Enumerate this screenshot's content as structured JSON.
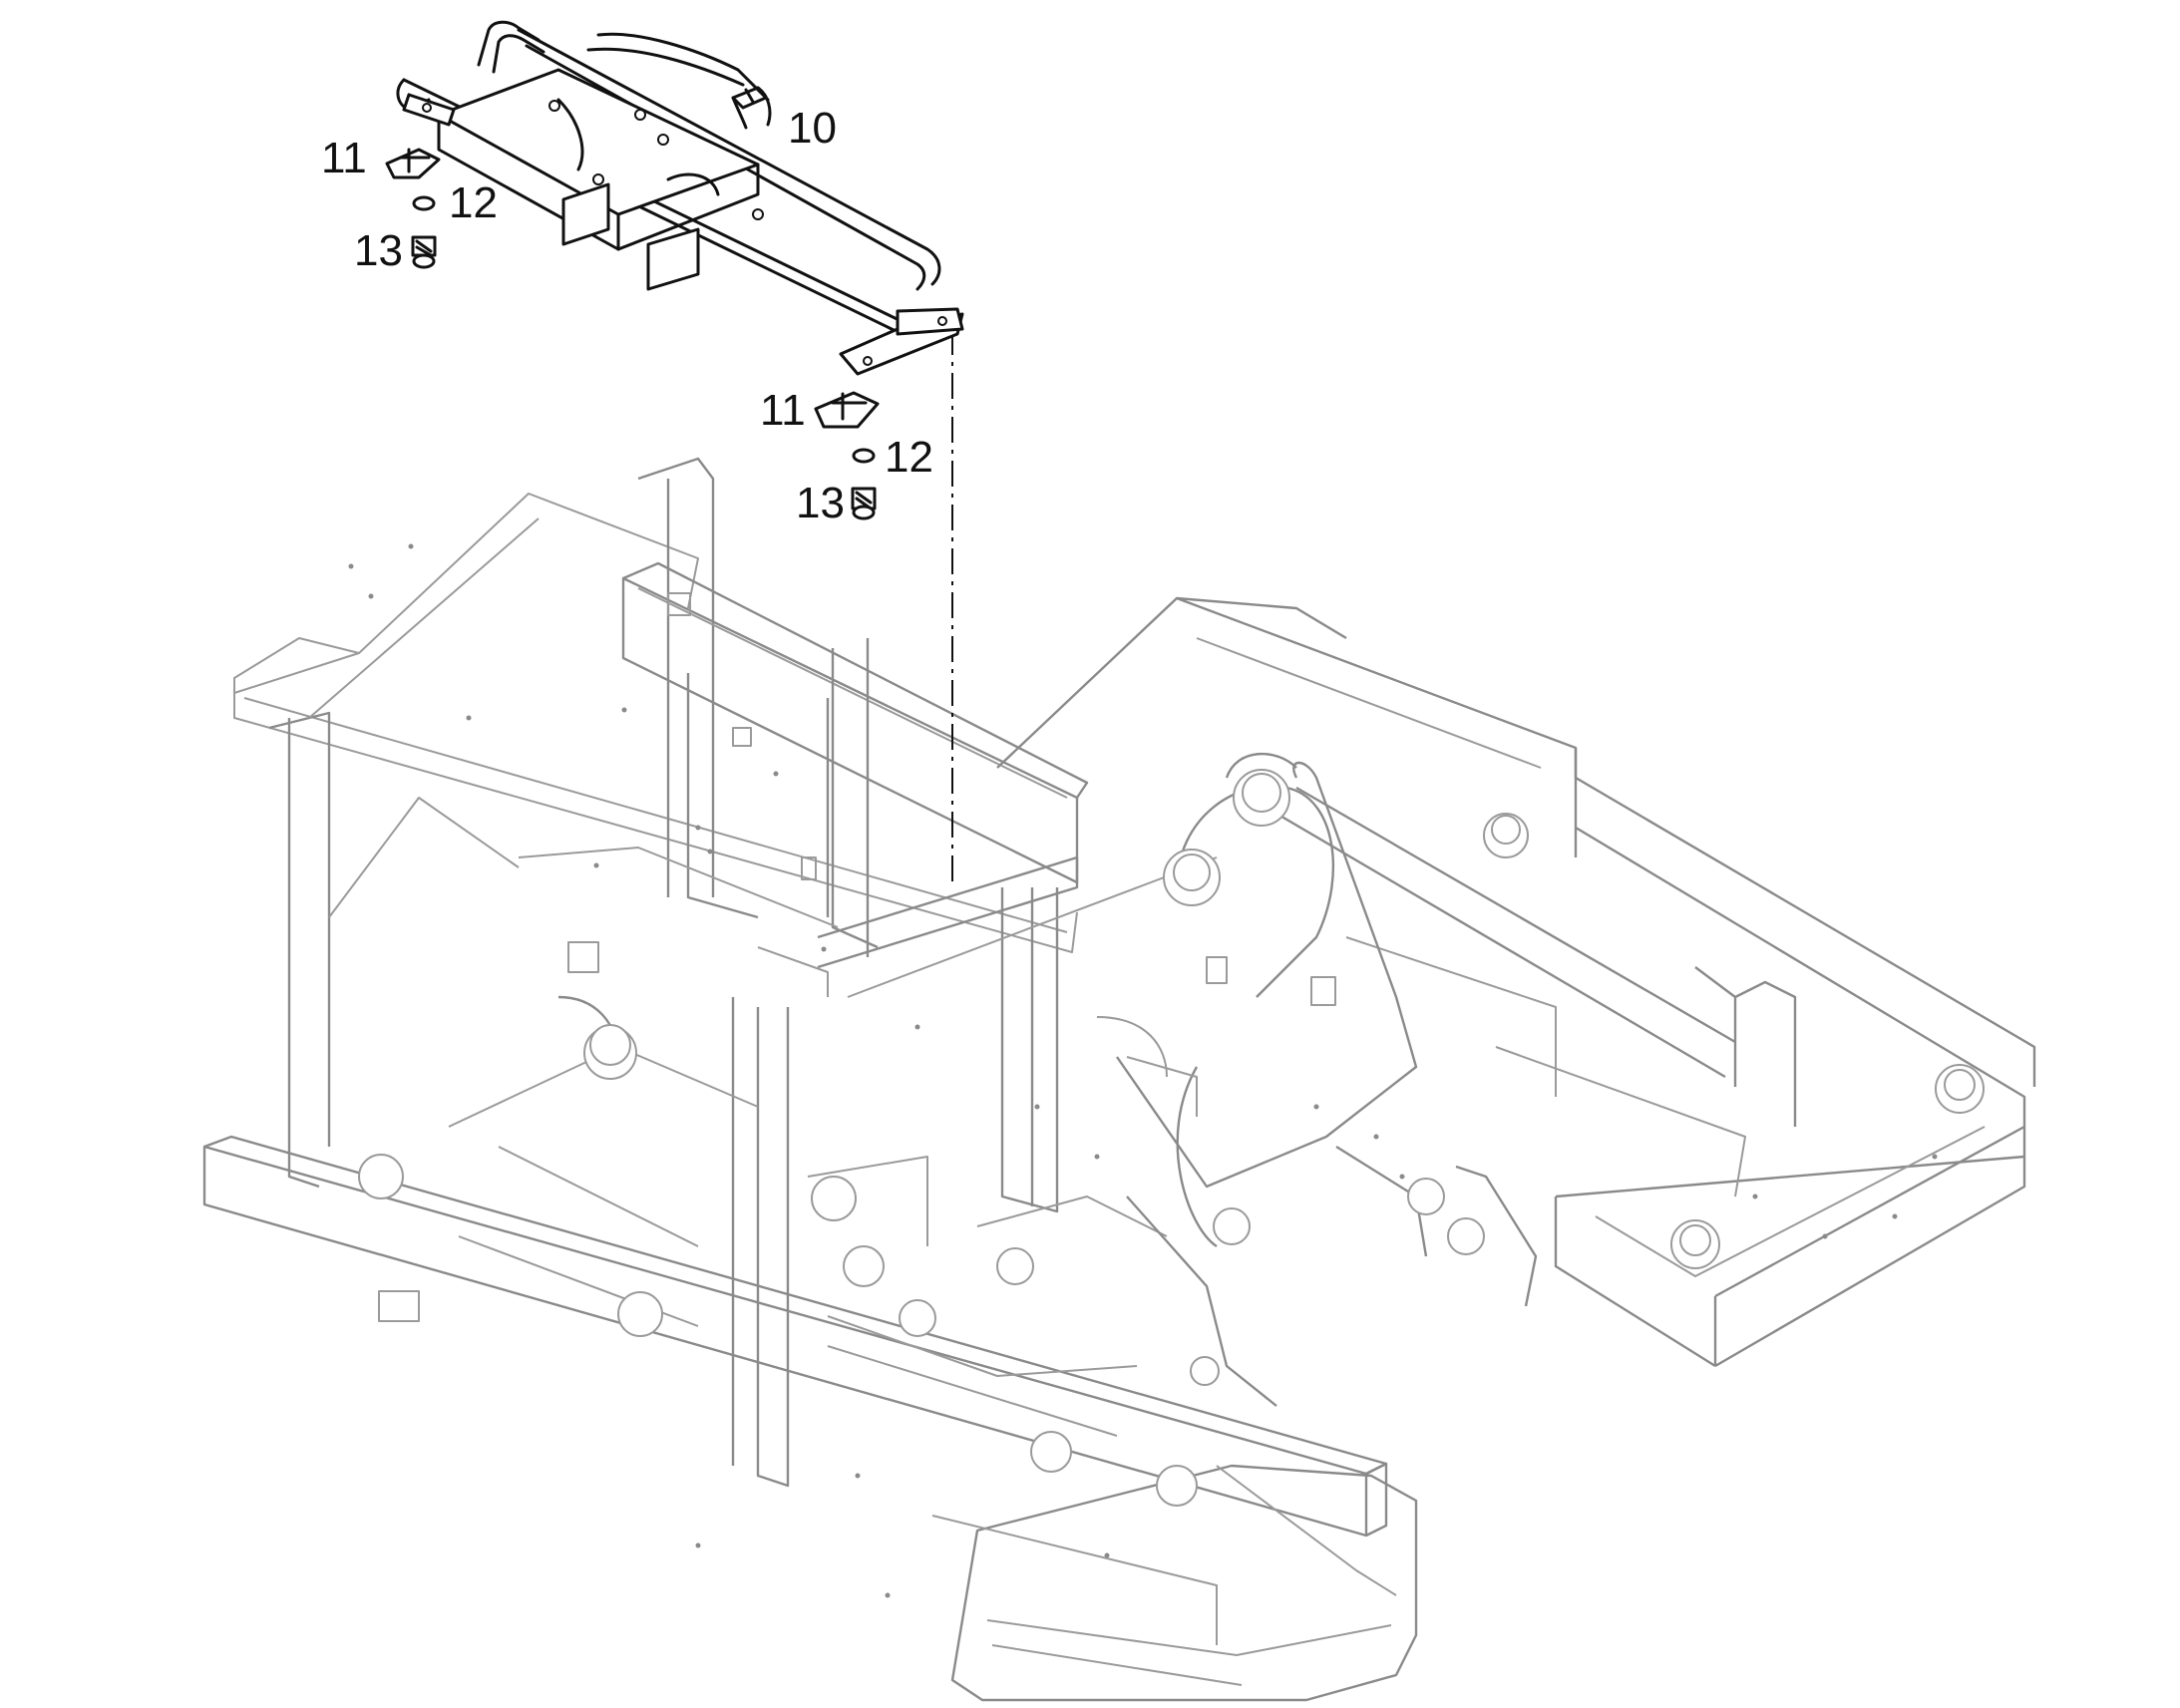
{
  "callouts": {
    "c10": "10",
    "c11_top": "11",
    "c12_top": "12",
    "c13_top": "13",
    "c11_bottom": "11",
    "c12_bottom": "12",
    "c13_bottom": "13"
  }
}
